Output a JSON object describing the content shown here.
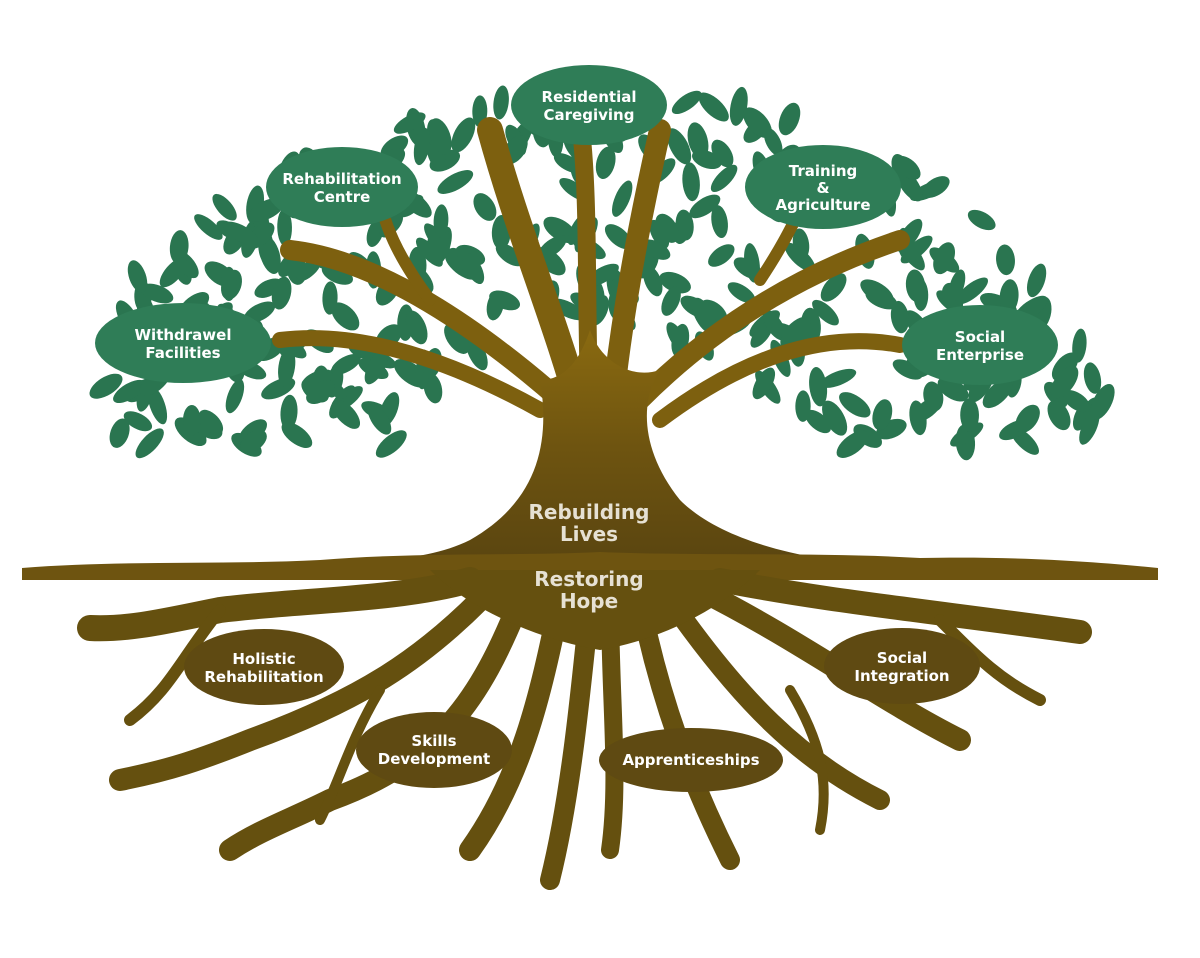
{
  "diagram": {
    "type": "tree-infographic",
    "colors": {
      "leaf": "#2a7550",
      "leaf_label_bg": "#2f7d57",
      "trunk": "#6e5410",
      "trunk_dark": "#5a4510",
      "branch": "#8a6a10",
      "root_label_bg": "#5f4a12",
      "text": "#ffffff",
      "center_text": "#e6e1d3"
    },
    "center": {
      "line1": "Rebuilding",
      "line2": "Lives",
      "line3": "Restoring",
      "line4": "Hope"
    },
    "canopy_nodes": [
      {
        "id": "withdrawel",
        "lines": [
          "Withdrawel",
          "Facilities"
        ]
      },
      {
        "id": "rehab-centre",
        "lines": [
          "Rehabilitation",
          "Centre"
        ]
      },
      {
        "id": "residential",
        "lines": [
          "Residential",
          "Caregiving"
        ]
      },
      {
        "id": "training",
        "lines": [
          "Training",
          "&",
          "Agriculture"
        ]
      },
      {
        "id": "social-enterprise",
        "lines": [
          "Social",
          "Enterprise"
        ]
      }
    ],
    "root_nodes": [
      {
        "id": "holistic",
        "lines": [
          "Holistic",
          "Rehabilitation"
        ]
      },
      {
        "id": "skills",
        "lines": [
          "Skills",
          "Development"
        ]
      },
      {
        "id": "apprenticeships",
        "lines": [
          "Apprenticeships"
        ]
      },
      {
        "id": "social-integration",
        "lines": [
          "Social",
          "Integration"
        ]
      }
    ]
  }
}
